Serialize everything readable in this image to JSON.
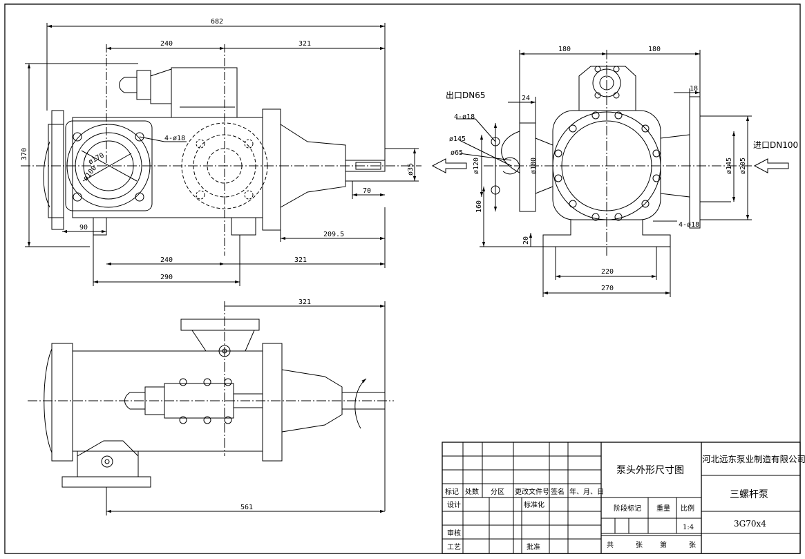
{
  "front_view": {
    "dims_top": {
      "overall": "682",
      "left": "240",
      "right": "321"
    },
    "dims_bottom": {
      "left": "240",
      "right": "321",
      "base": "290"
    },
    "dim_height": "370",
    "dim_foot": "90",
    "dim_shaft_len": "209.5",
    "dim_key": "70",
    "dim_shaft_dia": "ø35",
    "port_label": "4-ø18",
    "dia_170": "ø170",
    "dia_100": "ø100"
  },
  "side_view": {
    "dims_top": {
      "left": "180",
      "right": "180"
    },
    "dim_24": "24",
    "dim_18": "18",
    "outlet_label": "出口DN65",
    "outlet_holes": "4-ø18",
    "dia_145_left": "ø145",
    "dia_65": "ø65",
    "dia_120": "ø120",
    "dia_180": "ø180",
    "dia_145_right": "ø145",
    "dia_205": "ø205",
    "inlet_label": "进口DN100",
    "foot_holes": "4-ø18",
    "dim_160": "160",
    "dim_20": "20",
    "dim_220": "220",
    "dim_270": "270"
  },
  "top_view": {
    "dim_top": "321",
    "dim_bottom": "561"
  },
  "title_block": {
    "hdr": [
      "标记",
      "处数",
      "分区",
      "更改文件号",
      "签名",
      "年、月、日"
    ],
    "design": "设计",
    "standard": "标准化",
    "check": "审核",
    "process": "工艺",
    "approve": "批准",
    "stage": "阶段标记",
    "weight": "重量",
    "scale_label": "比例",
    "scale": "1:4",
    "total": "共",
    "sheet_unit": "张",
    "page_no": "第",
    "sheet_unit2": "张",
    "drawing_title": "泵头外形尺寸图",
    "company": "河北远东泵业制造有限公司",
    "product": "三螺杆泵",
    "model": "3G70x4"
  }
}
